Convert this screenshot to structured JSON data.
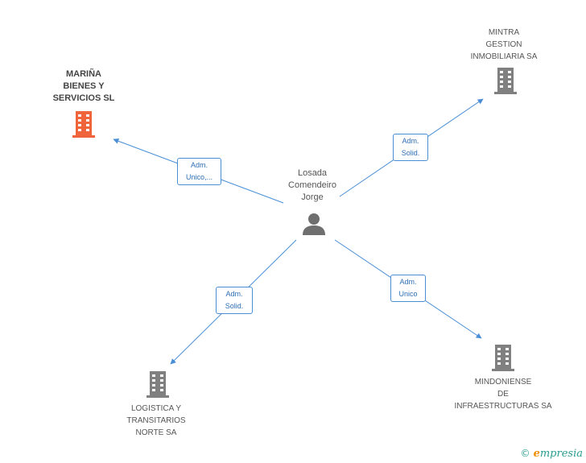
{
  "center": {
    "label": "Losada\nComendeiro\nJorge"
  },
  "companies": [
    {
      "id": "marina",
      "label": "MARIÑA\nBIENES Y\nSERVICIOS SL",
      "highlight": true
    },
    {
      "id": "mintra",
      "label": "MINTRA\nGESTION\nINMOBILIARIA SA",
      "highlight": false
    },
    {
      "id": "logistica",
      "label": "LOGISTICA Y\nTRANSITARIOS\nNORTE SA",
      "highlight": false
    },
    {
      "id": "mindoniense",
      "label": "MINDONIENSE\nDE\nINFRAESTRUCTURAS SA",
      "highlight": false
    }
  ],
  "edges": [
    {
      "to": "marina",
      "label": "Adm.\nUnico,..."
    },
    {
      "to": "mintra",
      "label": "Adm.\nSolid."
    },
    {
      "to": "logistica",
      "label": "Adm.\nSolid."
    },
    {
      "to": "mindoniense",
      "label": "Adm.\nUnico"
    }
  ],
  "colors": {
    "edge": "#4a8fd6",
    "building_default": "#808080",
    "building_highlight": "#f0643c",
    "person": "#6f6f6f"
  },
  "footer": {
    "copyright_symbol": "©",
    "brand_initial": "e",
    "brand_rest": "mpresia"
  }
}
